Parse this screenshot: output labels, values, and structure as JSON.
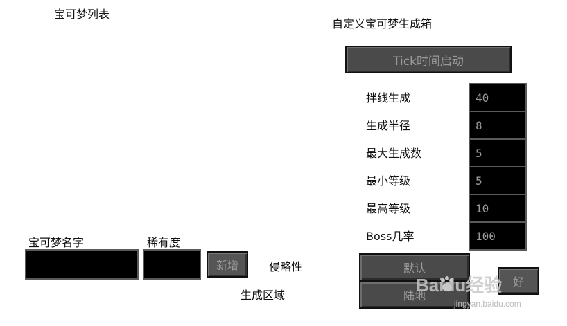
{
  "left_panel": {
    "list_title": "宝可梦列表",
    "name_label": "宝可梦名字",
    "rarity_label": "稀有度",
    "name_value": "",
    "rarity_value": "",
    "add_button": "新增",
    "aggression_label": "侵略性",
    "spawn_area_label": "生成区域"
  },
  "right_panel": {
    "title": "自定义宝可梦生成箱",
    "tick_button": "Tick时间启动",
    "fields": [
      {
        "label": "拌线生成",
        "value": "40"
      },
      {
        "label": "生成半径",
        "value": "8"
      },
      {
        "label": "最大生成数",
        "value": "5"
      },
      {
        "label": "最小等级",
        "value": "5"
      },
      {
        "label": "最高等级",
        "value": "10"
      },
      {
        "label": "Boss几率",
        "value": "100"
      }
    ],
    "default_button": "默认",
    "land_button": "陆地",
    "ok_button": "好"
  },
  "watermark": {
    "text": "Baidu经验",
    "sub": "jingyan.baidu.com"
  },
  "colors": {
    "button_bg": "#4a4a4a",
    "input_bg": "#000000",
    "disabled_text": "#9a9a9a"
  }
}
